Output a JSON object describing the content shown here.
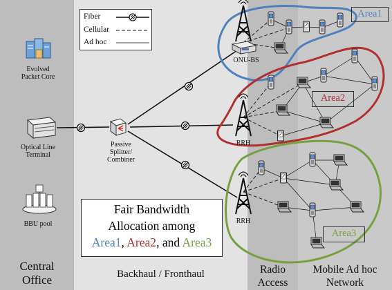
{
  "regions": {
    "central_office": "Central\nOffice",
    "backhaul": "Backhaul / Fronthaul",
    "radio_access": "Radio\nAccess",
    "manet": "Mobile Ad hoc\nNetwork"
  },
  "legend": {
    "fiber": "Fiber",
    "cellular": "Cellular",
    "adhoc": "Ad hoc"
  },
  "nodes": {
    "epc": "Evolved\nPacket Core",
    "olt": "Optical Line\nTerminal",
    "bbu": "BBU pool",
    "splitter": "Passive\nSplitter/\nCombiner",
    "onu_bs": "ONU-BS",
    "rrh1": "RRH",
    "rrh2": "RRH"
  },
  "areas": [
    {
      "label": "Area1",
      "color": "#4f81bd"
    },
    {
      "label": "Area2",
      "color": "#b03030"
    },
    {
      "label": "Area3",
      "color": "#77a040"
    }
  ],
  "fair_box": {
    "line1": "Fair Bandwidth",
    "line2": "Allocation among",
    "a1": "Area1",
    "sep1": ", ",
    "a2": "Area2",
    "sep2": ", and ",
    "a3": "Area3"
  },
  "colors": {
    "band_dark": "#bdbdbd",
    "band_light": "#e3e3e3",
    "line": "#111111"
  }
}
